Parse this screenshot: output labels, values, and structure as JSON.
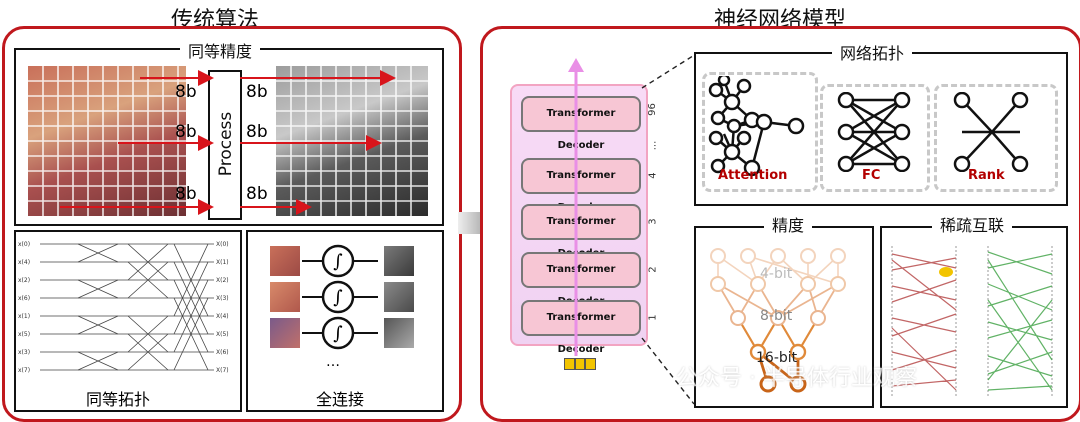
{
  "left": {
    "title": "传统算法",
    "top_label": "同等精度",
    "bit_labels": [
      "8b",
      "8b",
      "8b",
      "8b",
      "8b",
      "8b"
    ],
    "process": "Process",
    "fft_label": "同等拓扑",
    "fc_label": "全连接",
    "ellipsis": "…",
    "fft_inputs": [
      "x(0)",
      "x(4)",
      "x(2)",
      "x(6)",
      "x(1)",
      "x(5)",
      "x(3)",
      "x(7)"
    ],
    "fft_outputs": [
      "X(0)",
      "X(1)",
      "X(2)",
      "X(3)",
      "X(4)",
      "X(5)",
      "X(6)",
      "X(7)"
    ]
  },
  "right": {
    "title": "神经网络模型",
    "decoder_label": "Transformer Decoder",
    "layer_numbers": [
      "96",
      "...",
      "4",
      "3",
      "2",
      "1"
    ],
    "topology": {
      "title": "网络拓扑",
      "items": [
        "Attention",
        "FC",
        "Rank"
      ]
    },
    "precision": {
      "title": "精度",
      "levels": [
        "4-bit",
        "8-bit",
        "16-bit"
      ]
    },
    "sparse": {
      "title": "稀疏互联"
    }
  },
  "watermark": "公众号 · 半导体行业观察",
  "colors": {
    "accent_red": "#c0181d",
    "decoder_pink": "#f7c6d4",
    "arrow_pink": "#e98fe6",
    "token_yellow": "#f2c400",
    "precision_orange": "#e08a3a"
  }
}
